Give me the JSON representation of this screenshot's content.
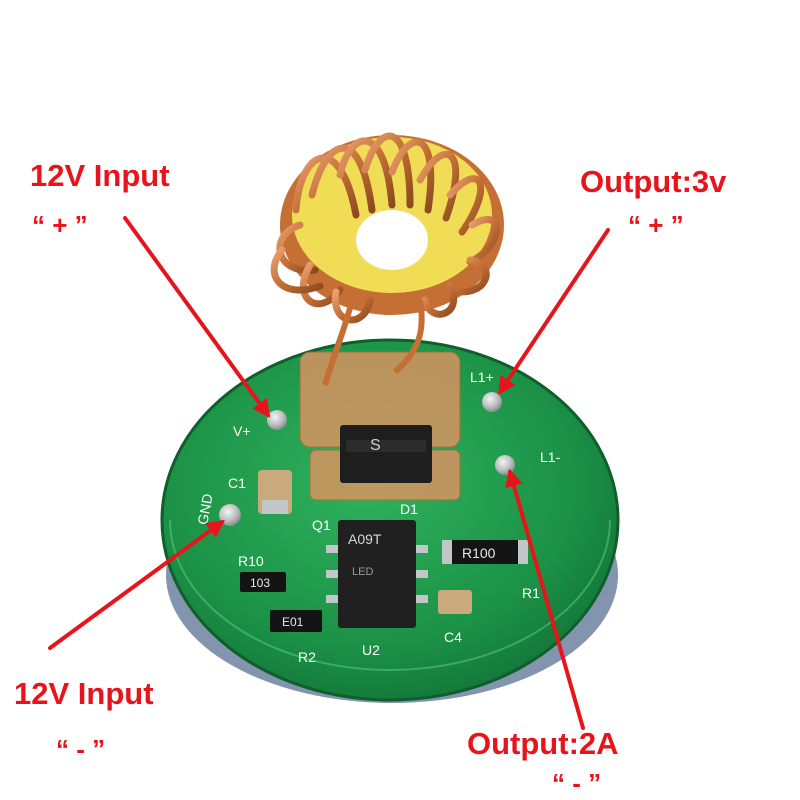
{
  "callouts": {
    "vin_pos": {
      "label": "12V Input",
      "polarity": "“ + ”"
    },
    "vin_neg": {
      "label": "12V Input",
      "polarity": "“ - ”"
    },
    "vout_pos": {
      "label": "Output:3v",
      "polarity": "“ + ”"
    },
    "vout_neg": {
      "label": "Output:2A",
      "polarity": "“ - ”"
    }
  },
  "silkscreen": {
    "v_plus": "V+",
    "l1_plus": "L1+",
    "l1_minus": "L1-",
    "gnd": "GND",
    "c1": "C1",
    "q1": "Q1",
    "d1": "D1",
    "r10": "R10",
    "r2": "R2",
    "u2": "U2",
    "c4": "C4",
    "r1": "R1"
  },
  "component_marks": {
    "diode": "S",
    "ic": "A09T",
    "ic_small": "LED",
    "r10_code": "103",
    "r2_code": "E01",
    "r1_code": "R100"
  },
  "colors": {
    "annotation": "#e8141b",
    "pcb": "#1f9a4c",
    "copper_wire": "#c9773f",
    "core": "#f0dc55"
  }
}
